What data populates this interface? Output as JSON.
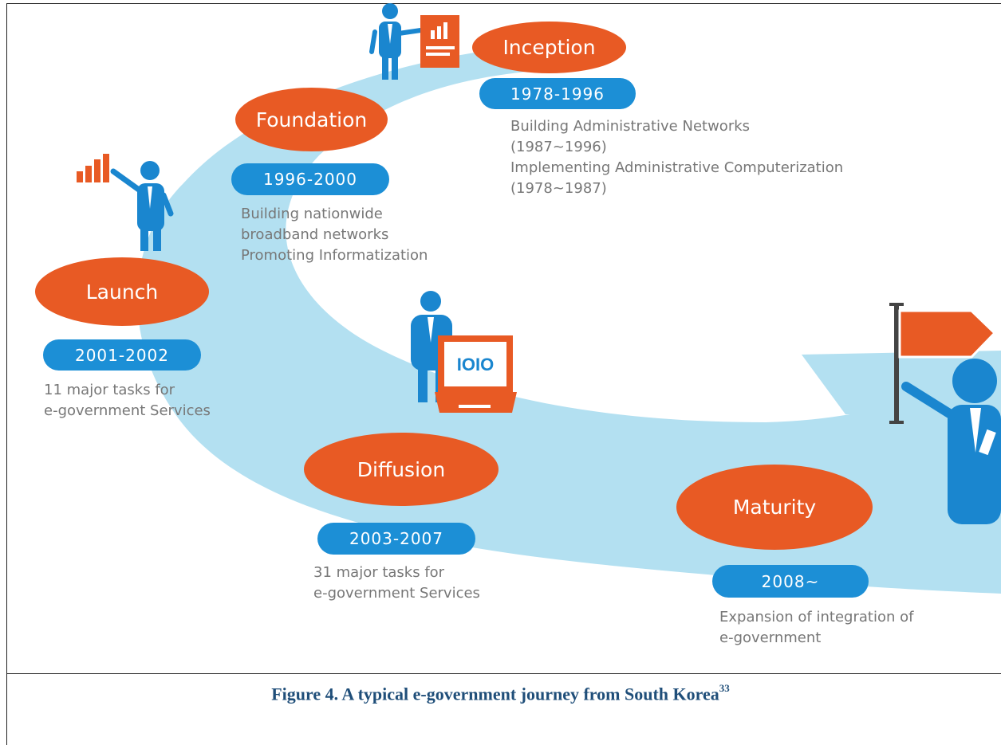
{
  "stages": {
    "inception": {
      "label": "Inception",
      "years": "1978-1996",
      "lines": [
        "Building Administrative Networks",
        "(1987~1996)",
        "Implementing Administrative Computerization",
        "(1978~1987)"
      ]
    },
    "foundation": {
      "label": "Foundation",
      "years": "1996-2000",
      "lines": [
        "Building nationwide",
        "broadband networks",
        "Promoting Informatization"
      ]
    },
    "launch": {
      "label": "Launch",
      "years": "2001-2002",
      "lines": [
        "11 major tasks for",
        "e-government Services"
      ]
    },
    "diffusion": {
      "label": "Diffusion",
      "years": "2003-2007",
      "lines": [
        "31 major tasks for",
        "e-government Services"
      ]
    },
    "maturity": {
      "label": "Maturity",
      "years": "2008~",
      "lines": [
        "Expansion of integration of",
        "e-government"
      ]
    }
  },
  "laptop_screen_text": "IOIO",
  "caption": {
    "text": "Figure 4. A typical e-government journey from South Korea",
    "footnote": "33"
  },
  "colors": {
    "path": "#b3e0f1",
    "stage": "#e85a24",
    "year": "#1c8fd6",
    "figure": "#1a86cf",
    "text": "#777777",
    "caption": "#1f4e79"
  }
}
